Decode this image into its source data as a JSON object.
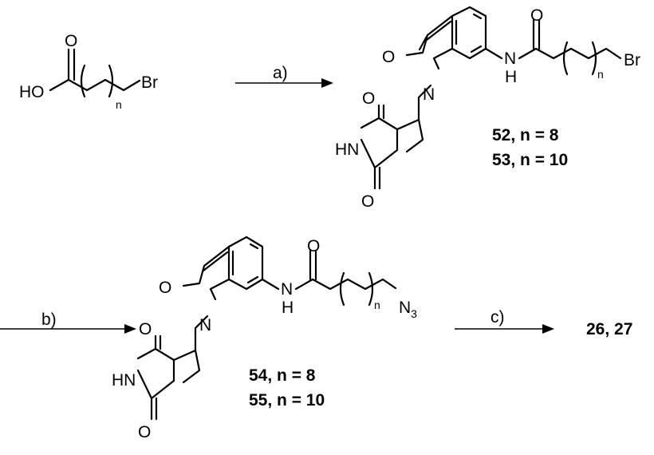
{
  "start_material": {
    "ho": "HO",
    "o": "O",
    "n": "n",
    "br": "Br"
  },
  "steps": {
    "a": "a)",
    "b": "b)",
    "c": "c)"
  },
  "intermediate_bromide": {
    "o_lactam": "O",
    "n_ring": "N",
    "nh": "N",
    "h": "H",
    "o_amide": "O",
    "n": "n",
    "br": "Br",
    "glut_o_top": "O",
    "glut_hn": "HN",
    "glut_o_bottom": "O",
    "label_1": "52, n = 8",
    "label_2": "53, n = 10"
  },
  "intermediate_azide": {
    "o_lactam": "O",
    "n_ring": "N",
    "nh": "N",
    "h": "H",
    "o_amide": "O",
    "n": "n",
    "n3": "N",
    "n3_sub": "3",
    "glut_o_top": "O",
    "glut_hn": "HN",
    "glut_o_bottom": "O",
    "label_1": "54, n = 8",
    "label_2": "55, n = 10"
  },
  "product": "26, 27"
}
